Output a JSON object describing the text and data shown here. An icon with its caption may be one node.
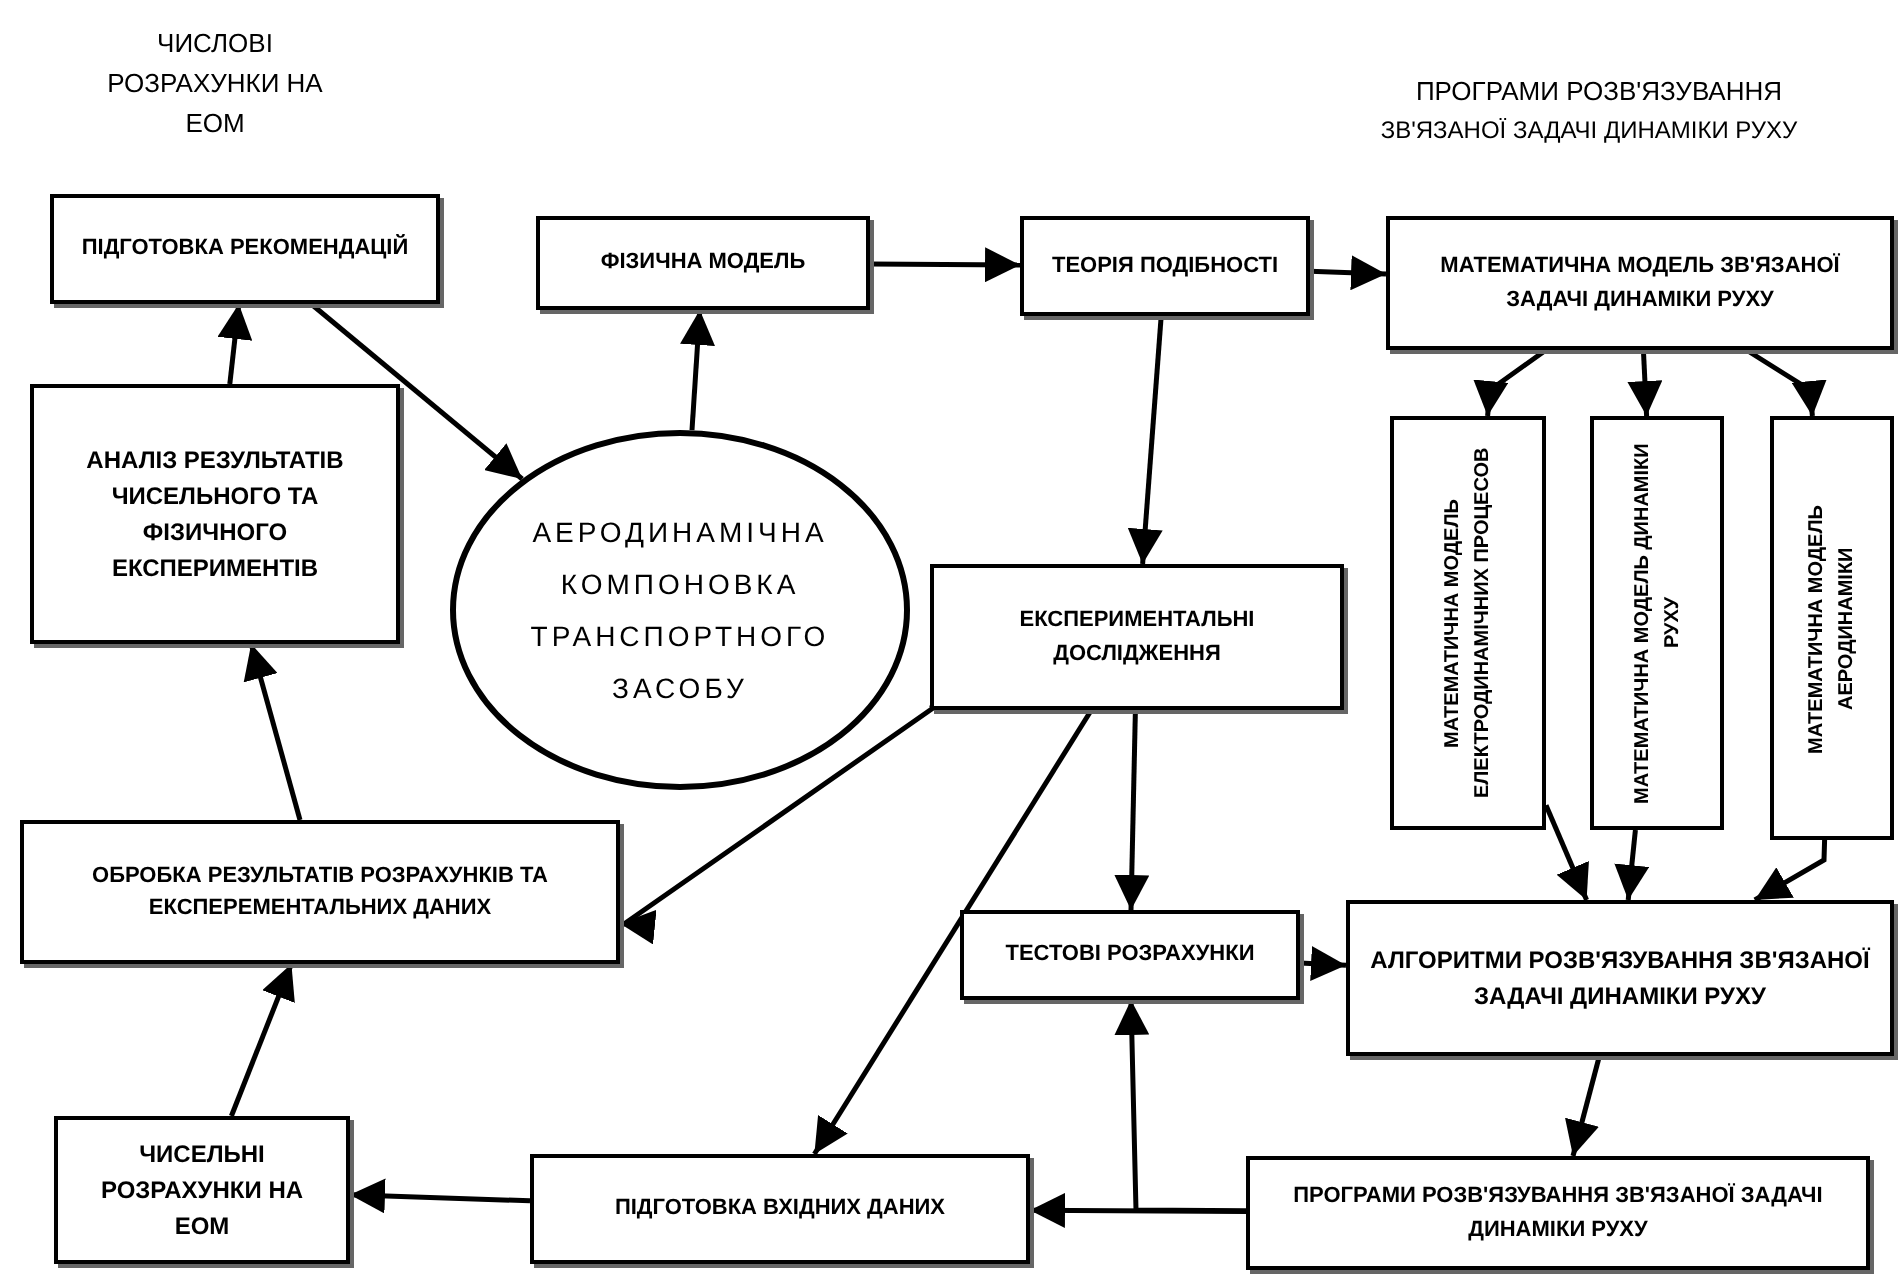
{
  "diagram": {
    "nodes": [
      {
        "text": [
          "ПІДГОТОВКА РЕКОМЕНДАЦІЙ"
        ]
      },
      {
        "text": [
          "ФІЗИЧНА МОДЕЛЬ"
        ]
      },
      {
        "text": [
          "ТЕОРІЯ ПОДІБНОСТІ"
        ]
      },
      {
        "text": [
          "МАТЕМАТИЧНА МОДЕЛЬ ЗВ'ЯЗАНОЇ ЗАДАЧІ ДИНАМІКИ РУХУ"
        ]
      },
      {
        "text": [
          "АНАЛІЗ РЕЗУЛЬТАТІВ ЧИСЕЛЬНОГО ТА ФІЗИЧНОГО ЕКСПЕРИМЕНТІВ"
        ]
      },
      {
        "text": [
          "АЕРОДИНАМІЧНА КОМПОНОВКА ТРАНСПОРТНОГО ЗАСОБУ"
        ]
      },
      {
        "text": [
          "ЕКСПЕРИМЕНТАЛЬНІ ДОСЛІДЖЕННЯ"
        ]
      },
      {
        "text": [
          "МАТЕМАТИЧНА МОДЕЛЬ ЕЛЕКТРОДИНАМІЧНИХ ПРОЦЕСОВ"
        ]
      },
      {
        "text": [
          "МАТЕМАТИЧНА МОДЕЛЬ ДИНАМІКИ РУХУ"
        ]
      },
      {
        "text": [
          "МАТЕМАТИЧНА МОДЕЛЬ АЕРОДИНАМІКИ"
        ]
      },
      {
        "text": [
          "ОБРОБКА РЕЗУЛЬТАТІВ РОЗРАХУНКІВ ТА ЕКСПЕРЕМЕНТАЛЬНИХ ДАНИХ"
        ]
      },
      {
        "text": [
          "ТЕСТОВІ РОЗРАХУНКИ"
        ]
      },
      {
        "text": [
          "АЛГОРИТМИ РОЗВ'ЯЗУВАННЯ ЗВ'ЯЗАНОЇ ЗАДАЧІ ДИНАМІКИ РУХУ"
        ]
      },
      {
        "text": [
          "ЧИСЕЛЬНІ РОЗРАХУНКИ НА ЕОМ"
        ]
      },
      {
        "text": [
          "ПІДГОТОВКА ВХІДНИХ ДАНИХ"
        ]
      },
      {
        "text": [
          "ПРОГРАМИ РОЗВ'ЯЗУВАННЯ ЗВ'ЯЗАНОЇ ЗАДАЧІ ДИНАМІКИ РУХУ"
        ]
      }
    ],
    "edges": [
      {
        "from": 4,
        "to": 0,
        "arrow": "to"
      },
      {
        "from": 0,
        "to": 5,
        "arrow": "to"
      },
      {
        "from": 5,
        "to": 1,
        "arrow": "to"
      },
      {
        "from": 1,
        "to": 2,
        "arrow": "to"
      },
      {
        "from": 2,
        "to": 3,
        "arrow": "to"
      },
      {
        "from": 2,
        "to": 6,
        "arrow": "to"
      },
      {
        "from": 3,
        "to": 7,
        "arrow": "to"
      },
      {
        "from": 3,
        "to": 8,
        "arrow": "to"
      },
      {
        "from": 3,
        "to": 9,
        "arrow": "to"
      },
      {
        "from": 7,
        "to": 12,
        "arrow": "to"
      },
      {
        "from": 8,
        "to": 12,
        "arrow": "to"
      },
      {
        "from": 9,
        "to": 12,
        "arrow": "to"
      },
      {
        "from": 6,
        "to": 10,
        "arrow": "to"
      },
      {
        "from": 6,
        "to": 14,
        "arrow": "to"
      },
      {
        "from": 6,
        "to": 11,
        "arrow": "to"
      },
      {
        "from": 11,
        "to": 12,
        "arrow": "to"
      },
      {
        "from": 12,
        "to": 15,
        "arrow": "to"
      },
      {
        "from": 15,
        "to": 14,
        "arrow": "to"
      },
      {
        "from": 15,
        "to": 11,
        "arrow": "to"
      },
      {
        "from": 14,
        "to": 13,
        "arrow": "to"
      },
      {
        "from": 13,
        "to": 10,
        "arrow": "to"
      },
      {
        "from": 10,
        "to": 4,
        "arrow": "to"
      }
    ],
    "labels": [
      "ЧИСЛОВІ РОЗРАХУНКИ НА ЕОМ",
      "ПРОГРАМИ РОЗВ'ЯЗУВАННЯ",
      "ЗВ'ЯЗАНОЇ ЗАДАЧІ ДИНАМІКИ РУХУ"
    ]
  }
}
